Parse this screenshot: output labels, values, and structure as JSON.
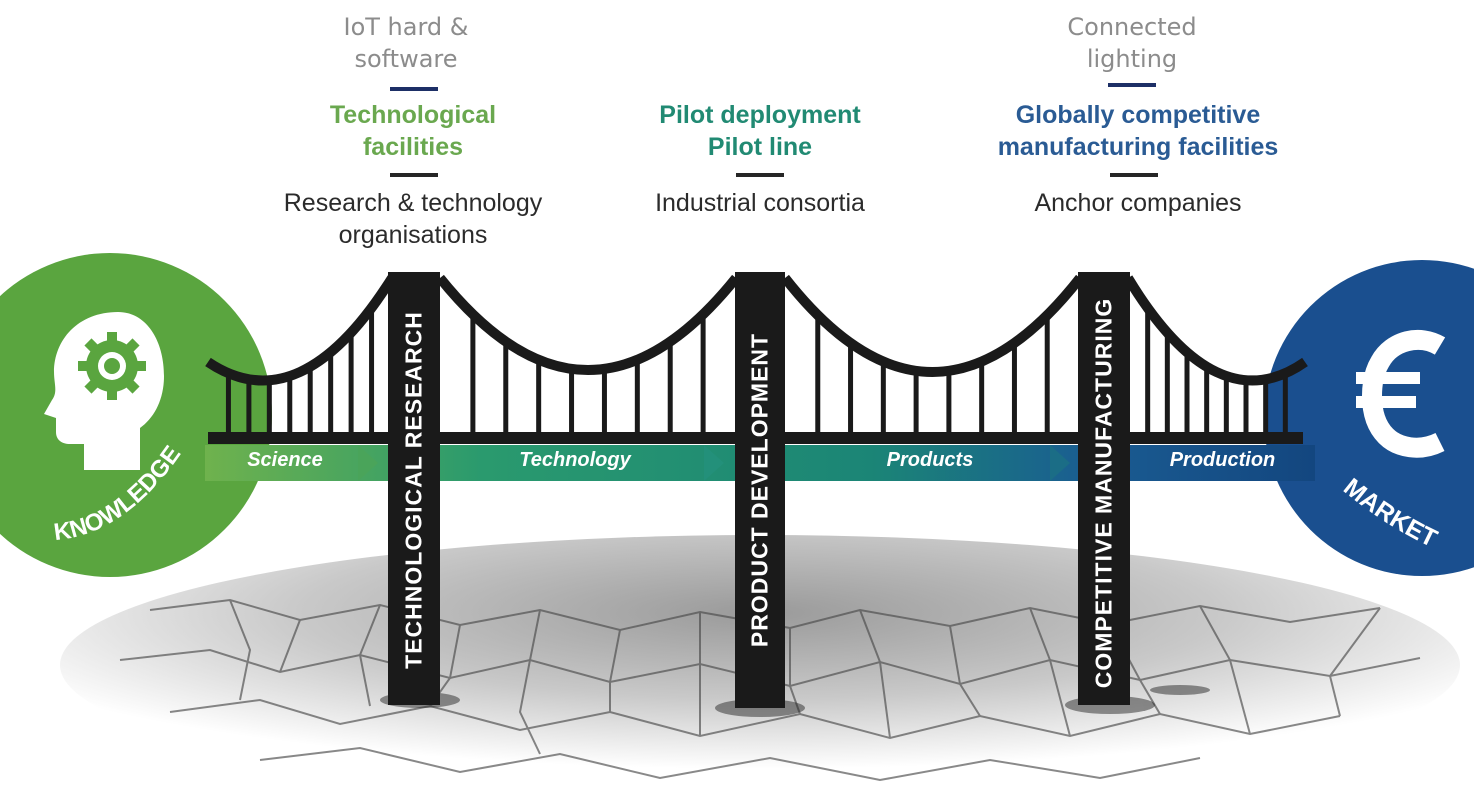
{
  "columns": [
    {
      "id": "technological-research",
      "top_lines": [
        "IoT hard &",
        "software"
      ],
      "facility_lines": [
        "Technological",
        "facilities"
      ],
      "actor_lines": [
        "Research & technology",
        "organisations"
      ],
      "pillar_label": "TECHNOLOGICAL RESEARCH"
    },
    {
      "id": "product-development",
      "top_lines": [],
      "facility_lines": [
        "Pilot deployment",
        "Pilot line"
      ],
      "actor_lines": [
        "Industrial consortia"
      ],
      "pillar_label": "PRODUCT DEVELOPMENT"
    },
    {
      "id": "competitive-manufacturing",
      "top_lines": [
        "Connected",
        "lighting"
      ],
      "facility_lines": [
        "Globally competitive",
        "manufacturing facilities"
      ],
      "actor_lines": [
        "Anchor companies"
      ],
      "pillar_label": "COMPETITIVE MANUFACTURING"
    }
  ],
  "stages": [
    "Science",
    "Technology",
    "Products",
    "Production"
  ],
  "left_circle": {
    "label": "KNOWLEDGE",
    "icon": "head-gear-icon"
  },
  "right_circle": {
    "label": "MARKET",
    "icon": "euro-icon"
  },
  "colors": {
    "green": "#5aa53f",
    "teal": "#1f8a73",
    "blue": "#1a4f8f",
    "pillar": "#1a1a1a"
  }
}
